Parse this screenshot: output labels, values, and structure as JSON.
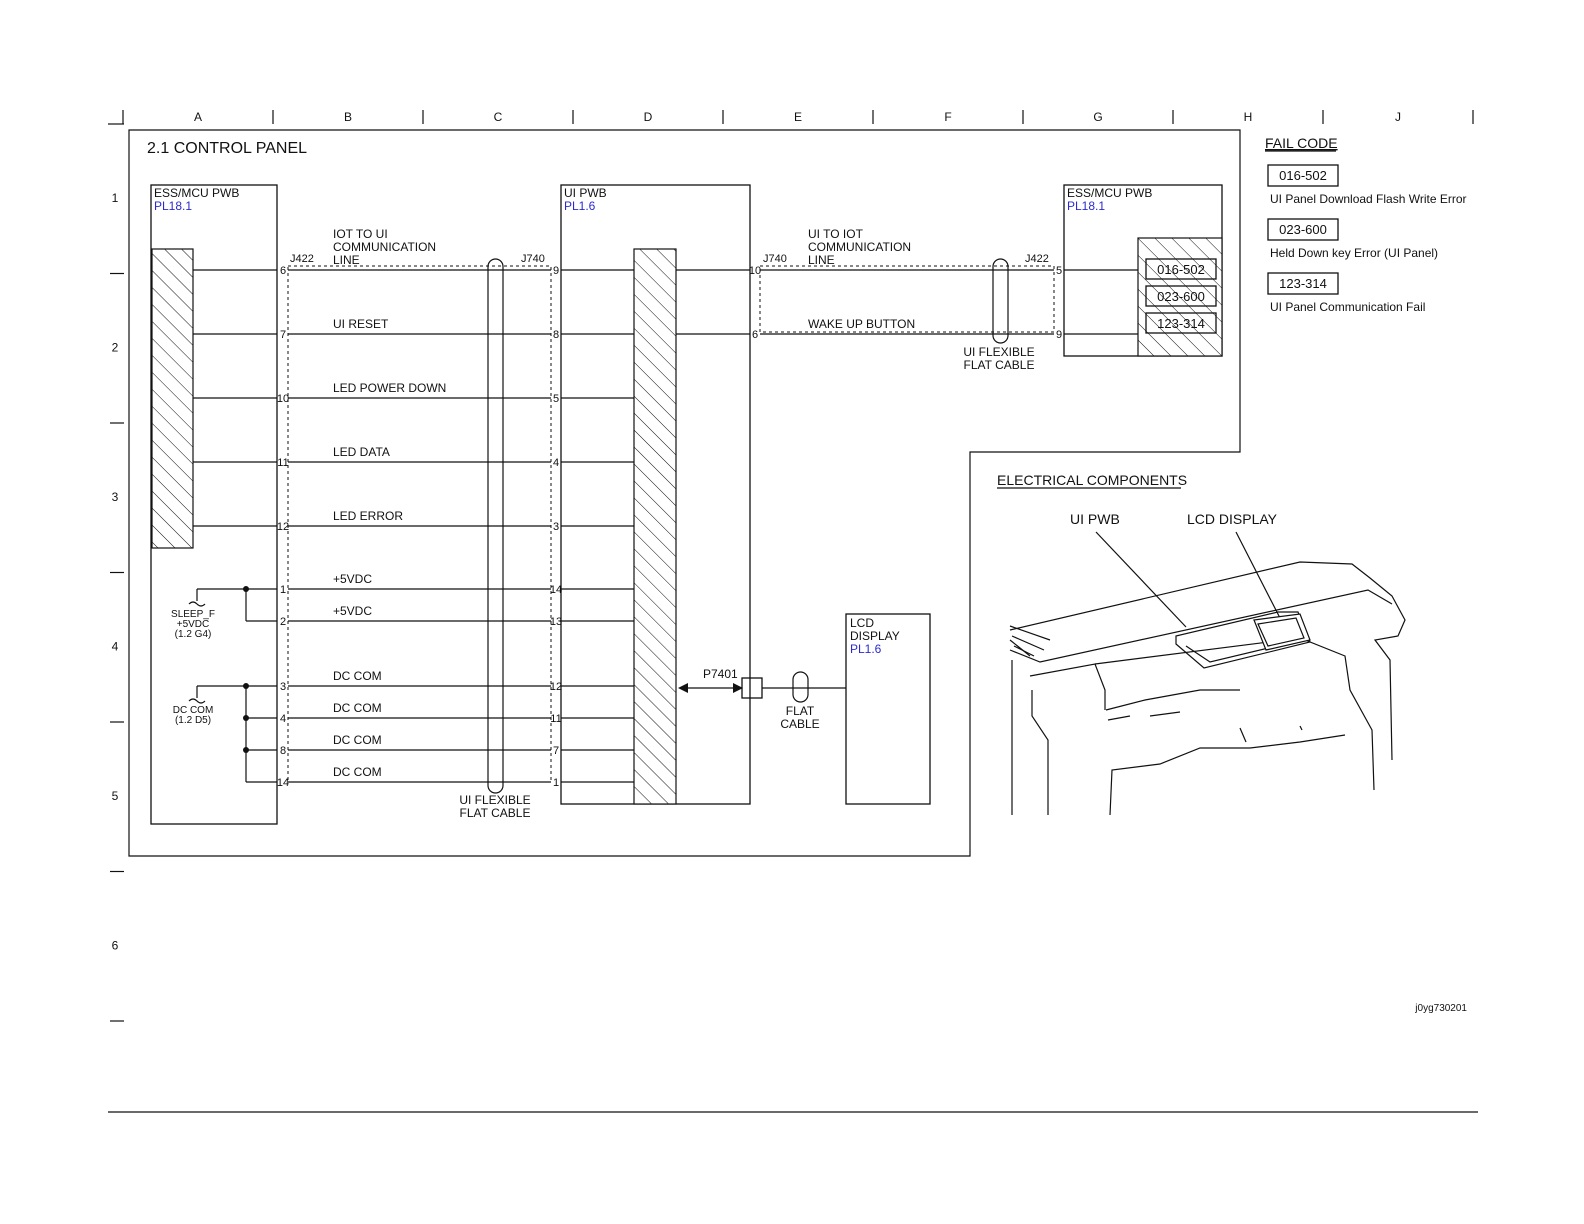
{
  "grid": {
    "columns": [
      "A",
      "B",
      "C",
      "D",
      "E",
      "F",
      "G",
      "H",
      "J"
    ],
    "rows": [
      "1",
      "2",
      "3",
      "4",
      "5",
      "6"
    ]
  },
  "title": "2.1 CONTROL PANEL",
  "left_board": {
    "name": "ESS/MCU PWB",
    "ref": "PL18.1",
    "connector": "J422"
  },
  "ui_board": {
    "name": "UI PWB",
    "ref": "PL1.6",
    "connector_left": "J740",
    "connector_right": "J740"
  },
  "right_board": {
    "name": "ESS/MCU PWB",
    "ref": "PL18.1",
    "connector": "J422",
    "codes": [
      "016-502",
      "023-600",
      "123-314"
    ]
  },
  "lcd": {
    "name_line1": "LCD",
    "name_line2": "DISPLAY",
    "ref": "PL1.6"
  },
  "signals_left": [
    {
      "left_pin": "6",
      "label_lines": [
        "IOT TO UI",
        "COMMUNICATION",
        "LINE"
      ],
      "right_pin": "9"
    },
    {
      "left_pin": "7",
      "label_lines": [
        "UI RESET"
      ],
      "right_pin": "8"
    },
    {
      "left_pin": "10",
      "label_lines": [
        "LED POWER DOWN"
      ],
      "right_pin": "5"
    },
    {
      "left_pin": "11",
      "label_lines": [
        "LED DATA"
      ],
      "right_pin": "4"
    },
    {
      "left_pin": "12",
      "label_lines": [
        "LED ERROR"
      ],
      "right_pin": "3"
    },
    {
      "left_pin": "1",
      "label_lines": [
        "+5VDC"
      ],
      "right_pin": "14"
    },
    {
      "left_pin": "2",
      "label_lines": [
        "+5VDC"
      ],
      "right_pin": "13"
    },
    {
      "left_pin": "3",
      "label_lines": [
        "DC COM"
      ],
      "right_pin": "12"
    },
    {
      "left_pin": "4",
      "label_lines": [
        "DC COM"
      ],
      "right_pin": "11"
    },
    {
      "left_pin": "8",
      "label_lines": [
        "DC COM"
      ],
      "right_pin": "7"
    },
    {
      "left_pin": "14",
      "label_lines": [
        "DC COM"
      ],
      "right_pin": "1"
    }
  ],
  "signals_right": [
    {
      "left_pin": "10",
      "label_lines": [
        "UI TO IOT",
        "COMMUNICATION",
        "LINE"
      ],
      "right_pin": "5"
    },
    {
      "left_pin": "6",
      "label_lines": [
        "WAKE UP BUTTON"
      ],
      "right_pin": "9"
    }
  ],
  "side_labels": {
    "sleep": [
      "SLEEP_F",
      "+5VDC",
      "(1.2 G4)"
    ],
    "dccom": [
      "DC COM",
      "(1.2 D5)"
    ]
  },
  "cable_labels": {
    "left": [
      "UI FLEXIBLE",
      "FLAT CABLE"
    ],
    "right": [
      "UI FLEXIBLE",
      "FLAT CABLE"
    ],
    "flat": [
      "FLAT",
      "CABLE"
    ],
    "connector": "P7401"
  },
  "fail_code": {
    "heading": "FAIL CODE",
    "items": [
      {
        "code": "016-502",
        "desc": "UI Panel Download Flash Write Error"
      },
      {
        "code": "023-600",
        "desc": "Held Down key Error (UI Panel)"
      },
      {
        "code": "123-314",
        "desc": "UI Panel Communication Fail"
      }
    ]
  },
  "components": {
    "heading": "ELECTRICAL COMPONENTS",
    "labels": [
      "UI PWB",
      "LCD DISPLAY"
    ]
  },
  "figure_id": "j0yg730201"
}
